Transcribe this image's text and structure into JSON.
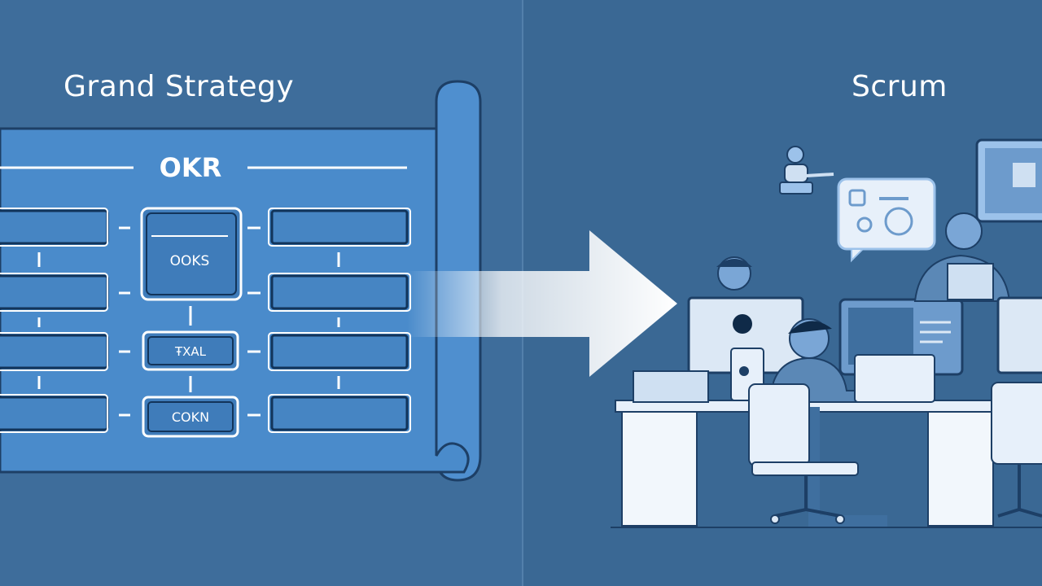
{
  "titles": {
    "left": "Grand Strategy",
    "right": "Scrum"
  },
  "scroll": {
    "heading": "OKR",
    "center_boxes": [
      "OOKS",
      "ŦXAL",
      "COKN"
    ]
  },
  "colors": {
    "background": "#3c6b98",
    "scroll_fill": "#4f8fcf",
    "box_stroke": "#ffffff",
    "arrow": "#ffffff",
    "screen": "#5b88b6"
  },
  "icons": [
    "arrow-right-icon",
    "scroll-icon",
    "chat-bubble-icon",
    "person-icon",
    "monitor-icon",
    "laptop-icon",
    "chair-icon"
  ]
}
